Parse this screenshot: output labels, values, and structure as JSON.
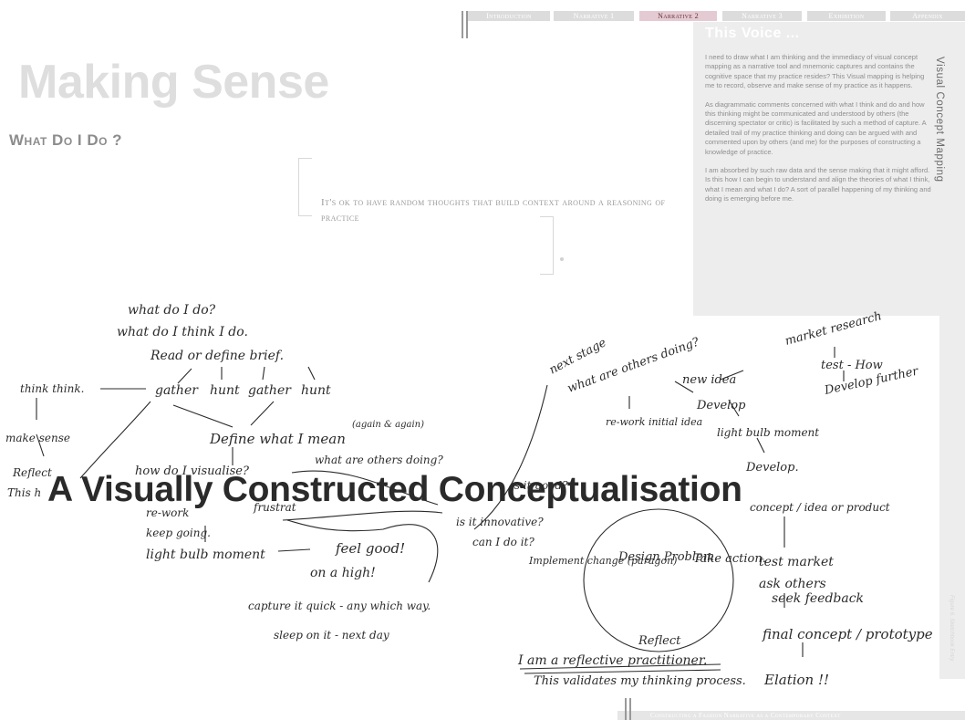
{
  "nav": {
    "tabs": [
      {
        "label": "Introduction",
        "active": false
      },
      {
        "label": "Narrative 1",
        "active": false
      },
      {
        "label": "Narrative 2",
        "active": true
      },
      {
        "label": "Narrative 3",
        "active": false
      },
      {
        "label": "Exhibition",
        "active": false
      },
      {
        "label": "Appendix",
        "active": false
      }
    ]
  },
  "page": {
    "title": "Making Sense",
    "section_heading": "What Do I Do ?"
  },
  "quote": {
    "text": "It's ok to have random thoughts that build context around a reasoning of practice"
  },
  "panel": {
    "heading": "This Voice ...",
    "vertical_label": "Visual Concept Mapping",
    "paragraphs": [
      "I need to draw what I am thinking and the immediacy of visual concept mapping as a narrative tool and mnemonic captures and contains the cognitive space that my practice resides? This Visual mapping is helping me to record, observe and make sense of my practice as it happens.",
      "As diagrammatic comments concerned with what I think and do and how this thinking might be communicated and understood by others (the discerning spectator or critic) is facilitated by such a method of capture. A detailed trail of my practice thinking and doing can be argued with and commented upon by others (and me) for the purposes of constructing a knowledge of practice.",
      "I am absorbed by such raw data and the sense making that it might afford. Is this how I can begin to understand and align the theories of what I think, what I mean and what I do? A sort of parallel happening of my thinking and doing is emerging before me."
    ],
    "figure_caption": "Figure 6. Sketchbook Entry"
  },
  "sketch": {
    "overlay_title": "A Visually Constructed Conceptualisation",
    "notes": [
      "what do I do?",
      "what do I think I do.",
      "Read or define brief.",
      "gather",
      "hunt",
      "gather",
      "hunt",
      "think think.",
      "make sense",
      "Reflect",
      "This h",
      "Define what I mean",
      "(again & again)",
      "how do I visualise?",
      "what are others doing?",
      "re-work",
      "keep going.",
      "frustrat",
      "light bulb moment",
      "feel good!",
      "on a high!",
      "capture it quick - any which way.",
      "sleep on it - next day",
      "is it good?",
      "is it innovative?",
      "can I do it?",
      "next stage",
      "what are others doing?",
      "new idea",
      "re-work initial idea",
      "Develop",
      "light bulb moment",
      "market research",
      "test - How",
      "Develop further",
      "Develop.",
      "concept / idea or product",
      "Design Problem.",
      "Take action.",
      "Implement change (paragon)",
      "Reflect",
      "test market",
      "ask others",
      "seek feedback",
      "final concept / prototype",
      "I am a reflective practitioner.",
      "This validates my thinking process.",
      "Elation !!"
    ]
  },
  "footer": {
    "text": "Constructing a Fashion Narrative as a Contemporary Context"
  }
}
